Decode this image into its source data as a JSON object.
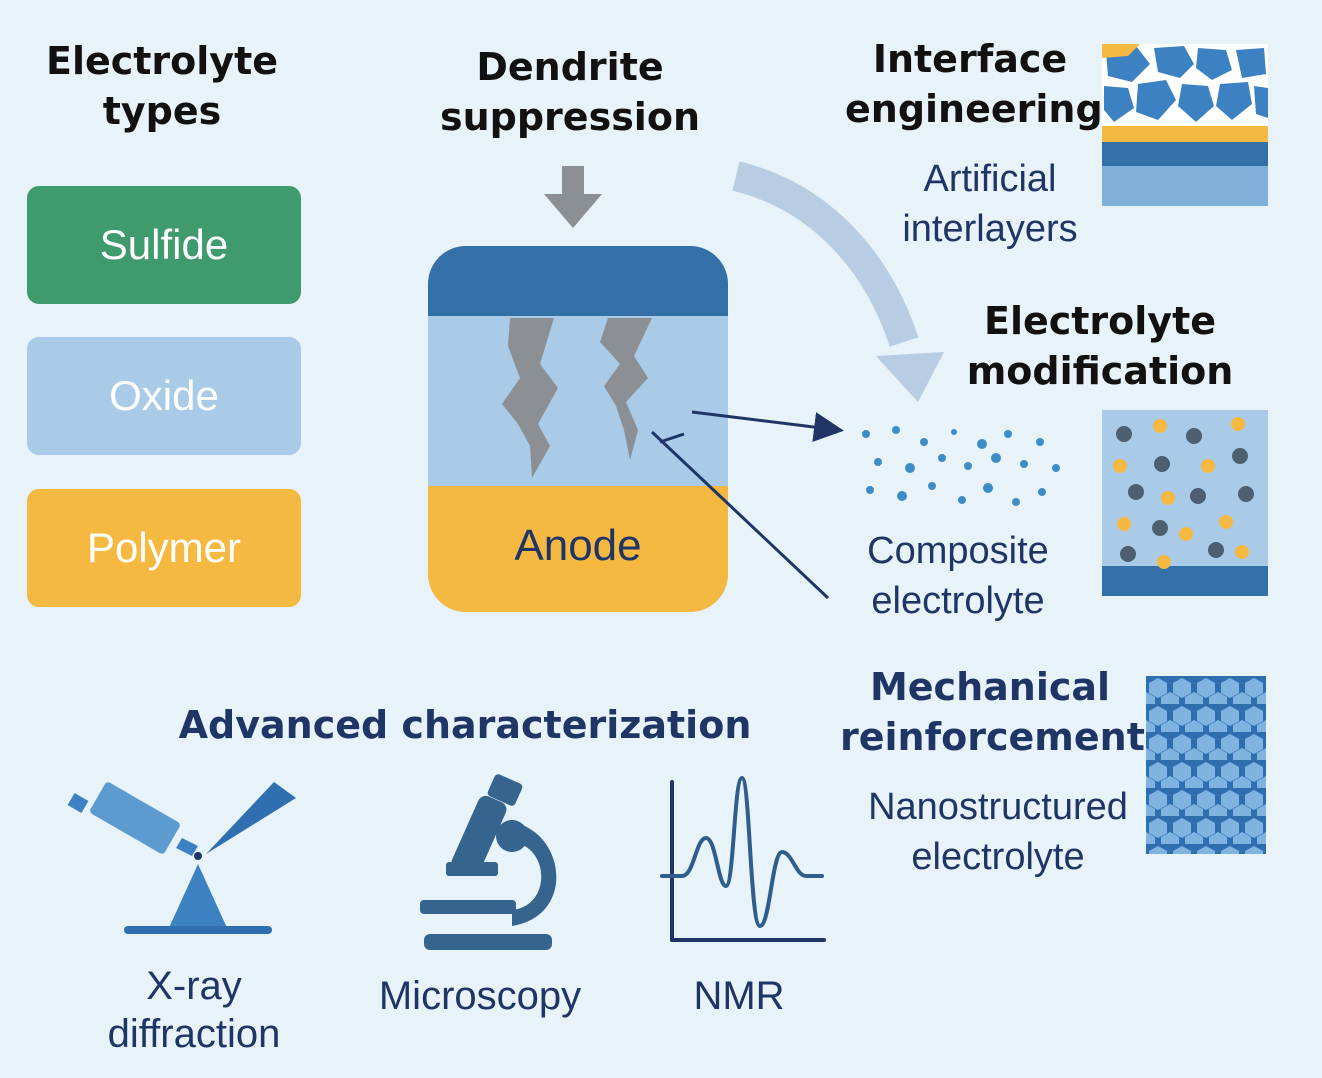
{
  "electrolyte_types": {
    "title_line1": "Electrolyte",
    "title_line2": "types",
    "items": [
      {
        "label": "Sulfide",
        "color": "#3f9a6e"
      },
      {
        "label": "Oxide",
        "color": "#a9cbe7"
      },
      {
        "label": "Polymer",
        "color": "#f5b942"
      }
    ]
  },
  "dendrite": {
    "title_line1": "Dendrite",
    "title_line2": "suppression",
    "anode_label": "Anode"
  },
  "interface": {
    "title_line1": "Interface",
    "title_line2": "engineering",
    "sub_line1": "Artificial",
    "sub_line2": "interlayers"
  },
  "modification": {
    "title_line1": "Electrolyte",
    "title_line2": "modification",
    "sub_line1": "Composite",
    "sub_line2": "electrolyte"
  },
  "mechanical": {
    "title_line1": "Mechanical",
    "title_line2": "reinforcement",
    "sub_line1": "Nanostructured",
    "sub_line2": "electrolyte"
  },
  "characterization": {
    "title": "Advanced characterization",
    "xrd_line1": "X-ray",
    "xrd_line2": "diffraction",
    "microscopy": "Microscopy",
    "nmr": "NMR"
  },
  "colors": {
    "background": "#e8f2f9",
    "navy": "#1f3566",
    "dark_blue": "#3470a8",
    "light_blue": "#a9cbe7",
    "yellow": "#f5b942",
    "green": "#3f9a6e",
    "dendrite_grey": "#8c8f93"
  }
}
